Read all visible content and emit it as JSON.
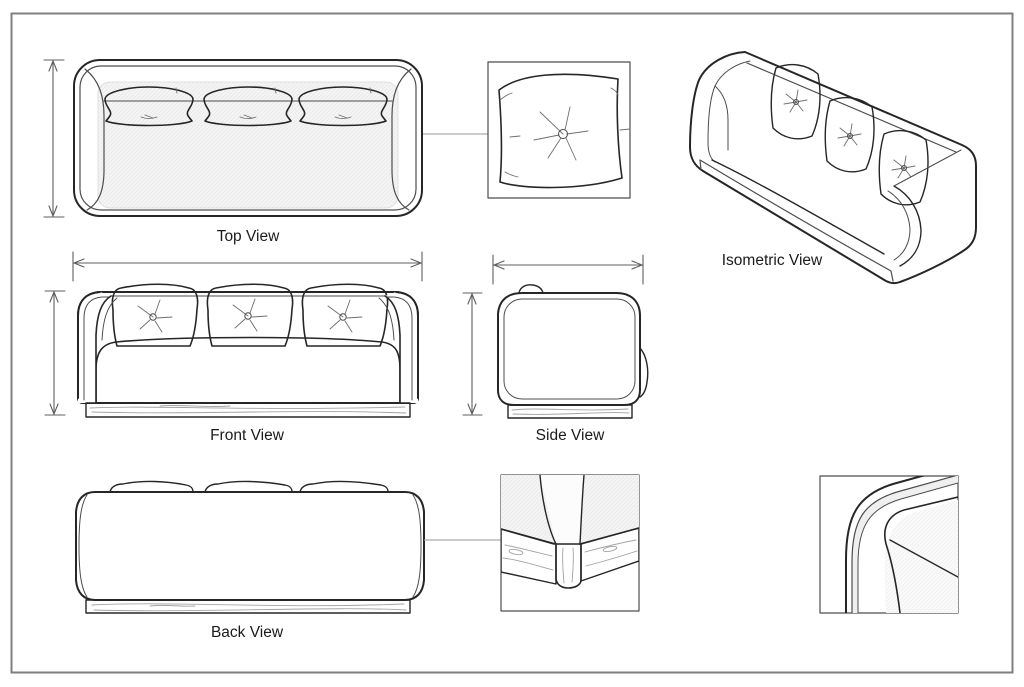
{
  "labels": {
    "top_view": "Top View",
    "front_view": "Front View",
    "side_view": "Side View",
    "back_view": "Back View",
    "isometric_view": "Isometric View"
  },
  "palette": {
    "line_dark": "#262626",
    "line_mid": "#4d4d4d",
    "line_dim": "#5f5f5f",
    "sheet_border": "#7f7f7f",
    "paper": "#ffffff",
    "fabric_light": "#f5f5f5",
    "fabric_pale": "#fafafa",
    "wood_line": "#a3a3a3",
    "label_color": "#1b1b1b"
  }
}
